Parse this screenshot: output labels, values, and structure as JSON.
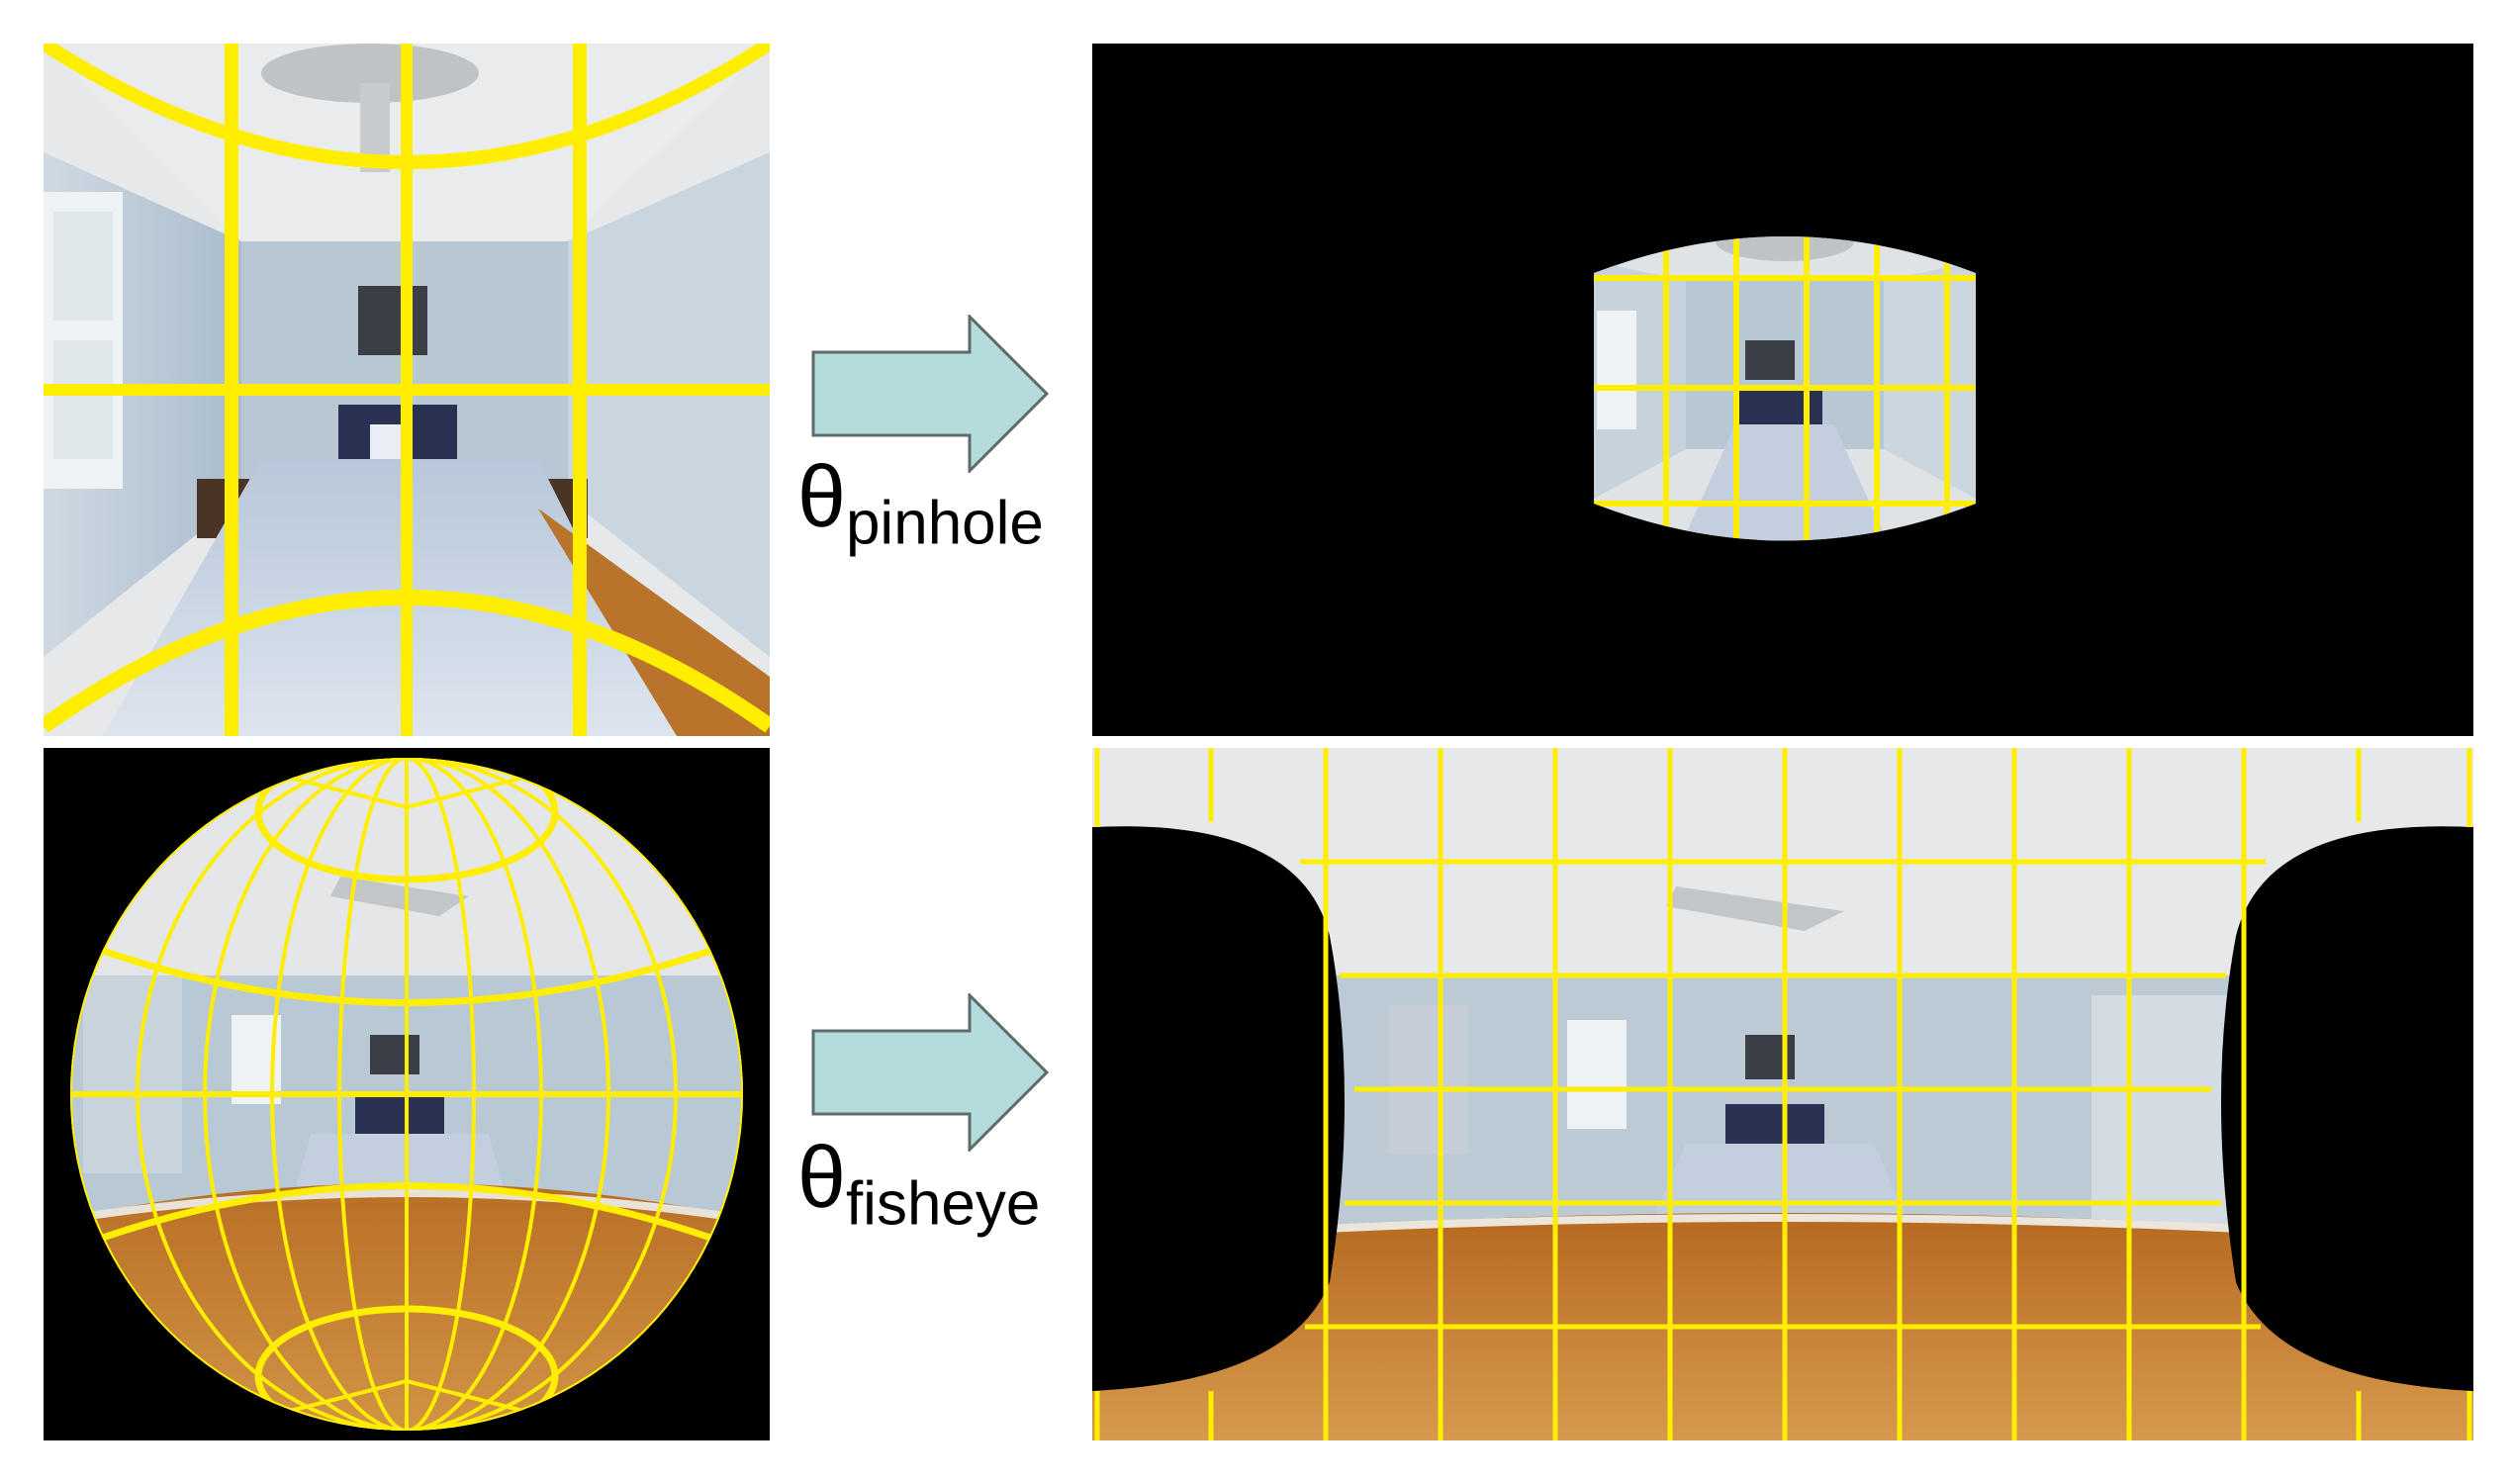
{
  "labels": {
    "pinhole": {
      "symbol": "θ",
      "subscript": "pinhole"
    },
    "fisheye": {
      "symbol": "θ",
      "subscript": "fisheye"
    }
  },
  "panels": [
    {
      "id": "pinhole-input",
      "content": "perspective view of a bedroom with distorted yellow grid"
    },
    {
      "id": "pinhole-equirect",
      "content": "small barrel-shaped bedroom patch with yellow grid on black"
    },
    {
      "id": "fisheye-input",
      "content": "circular fisheye bedroom view with latitude/longitude yellow grid on black"
    },
    {
      "id": "fisheye-equirect",
      "content": "wide equirectangular bedroom view with yellow grid and black side regions"
    }
  ],
  "colors": {
    "grid": "#ffee00",
    "arrow_fill": "#b5dcdc",
    "arrow_stroke": "#5f6b6b",
    "background_mask": "#000000",
    "wall": "#b7c8d6",
    "ceiling": "#e4e6e8",
    "floor": "#c07a2e",
    "bed": "#c3cfdf"
  },
  "icons": [
    "right-arrow-icon",
    "right-arrow-icon"
  ]
}
